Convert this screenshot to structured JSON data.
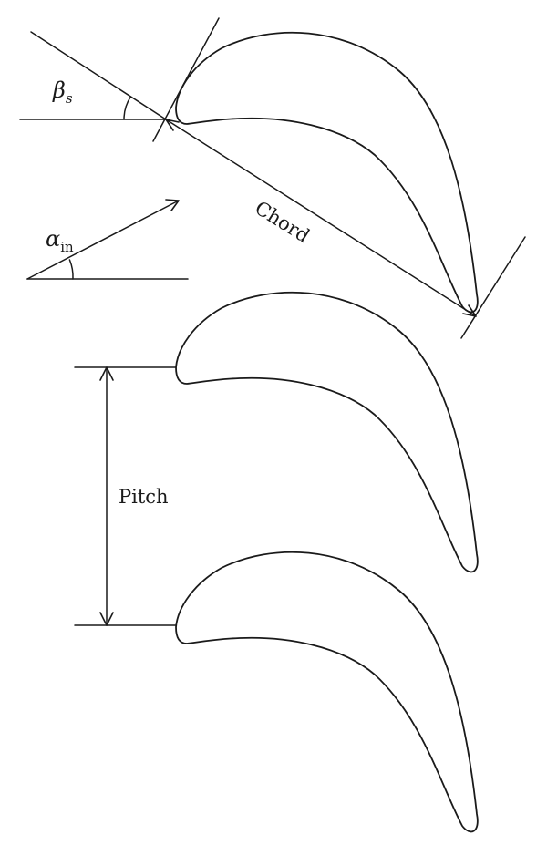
{
  "labels": {
    "stagger_symbol": "β",
    "stagger_subscript": "s",
    "inlet_symbol": "α",
    "inlet_subscript": "in",
    "chord": "Chord",
    "pitch": "Pitch"
  },
  "colors": {
    "line": "#1a1a1a",
    "background": "#ffffff"
  }
}
